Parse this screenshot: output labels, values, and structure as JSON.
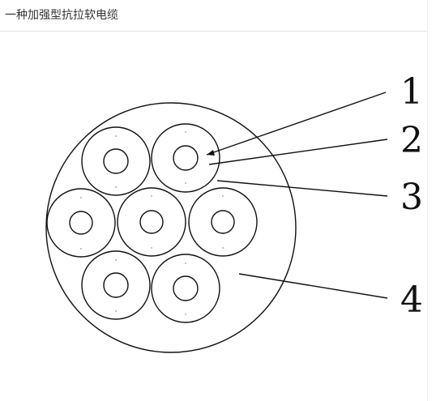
{
  "header": {
    "title": "一种加强型抗拉软电缆"
  },
  "figure": {
    "callouts": [
      {
        "label": "1"
      },
      {
        "label": "2"
      },
      {
        "label": "3"
      },
      {
        "label": "4"
      }
    ],
    "line_color": "#111111",
    "filler_dot_color": "#b0b0b0"
  }
}
